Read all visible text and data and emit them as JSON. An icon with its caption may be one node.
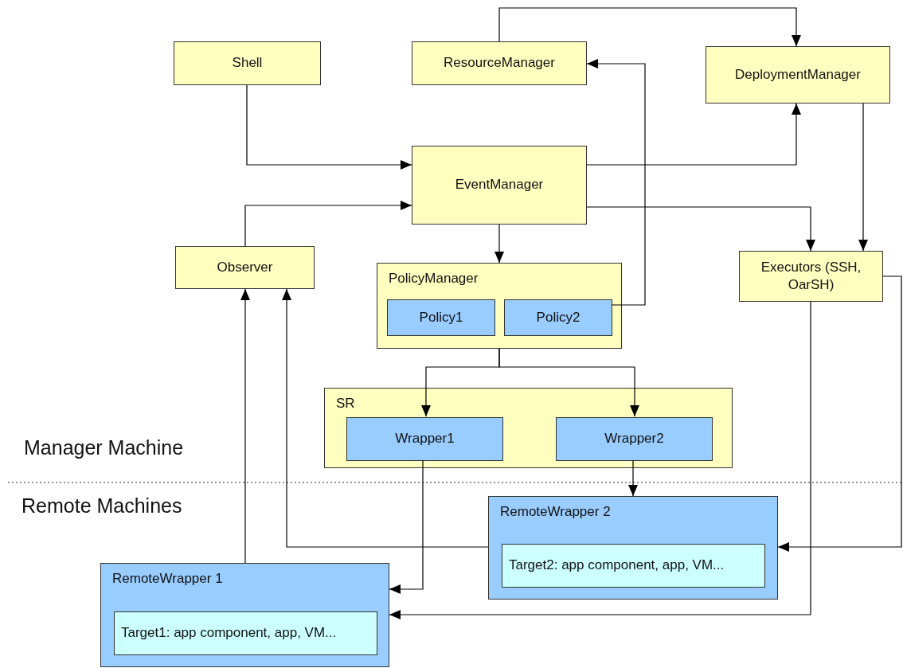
{
  "diagram": {
    "nodes": [
      {
        "text": [
          "Shell"
        ]
      },
      {
        "text": [
          "ResourceManager"
        ]
      },
      {
        "text": [
          "DeploymentManager"
        ]
      },
      {
        "text": [
          "EventManager"
        ]
      },
      {
        "text": [
          "Observer"
        ]
      },
      {
        "text": [
          "PolicyManager"
        ]
      },
      {
        "text": [
          "Policy1"
        ],
        "in": 5
      },
      {
        "text": [
          "Policy2"
        ],
        "in": 5
      },
      {
        "text": [
          "Executors (SSH, OarSH)"
        ]
      },
      {
        "text": [
          "SR"
        ]
      },
      {
        "text": [
          "Wrapper1"
        ],
        "in": 9
      },
      {
        "text": [
          "Wrapper2"
        ],
        "in": 9
      },
      {
        "text": [
          "RemoteWrapper 2"
        ]
      },
      {
        "text": [
          "Target2: app component, app, VM..."
        ],
        "in": 12
      },
      {
        "text": [
          "RemoteWrapper 1"
        ]
      },
      {
        "text": [
          "Target1: app component, app, VM..."
        ],
        "in": 14
      }
    ],
    "edges": [
      {
        "from": 0,
        "to": 3,
        "arrow": "to"
      },
      {
        "from": 1,
        "to": 2,
        "arrow": "to"
      },
      {
        "from": 7,
        "to": 1,
        "arrow": "to"
      },
      {
        "from": 3,
        "to": 2,
        "arrow": "to"
      },
      {
        "from": 2,
        "to": 8,
        "arrow": "to"
      },
      {
        "from": 3,
        "to": 8,
        "arrow": "to"
      },
      {
        "from": 4,
        "to": 3,
        "arrow": "to"
      },
      {
        "from": 3,
        "to": 5,
        "arrow": "to"
      },
      {
        "from": 5,
        "to": 10,
        "arrow": "to"
      },
      {
        "from": 5,
        "to": 11,
        "arrow": "to"
      },
      {
        "from": 11,
        "to": 12,
        "arrow": "to"
      },
      {
        "from": 10,
        "to": 14,
        "arrow": "to"
      },
      {
        "from": 14,
        "to": 4,
        "arrow": "to"
      },
      {
        "from": 12,
        "to": 4,
        "arrow": "to"
      },
      {
        "from": 8,
        "to": 14,
        "arrow": "to"
      },
      {
        "from": 8,
        "to": 12,
        "arrow": "to"
      }
    ],
    "labels": [
      "Manager Machine",
      "Remote Machines"
    ]
  }
}
